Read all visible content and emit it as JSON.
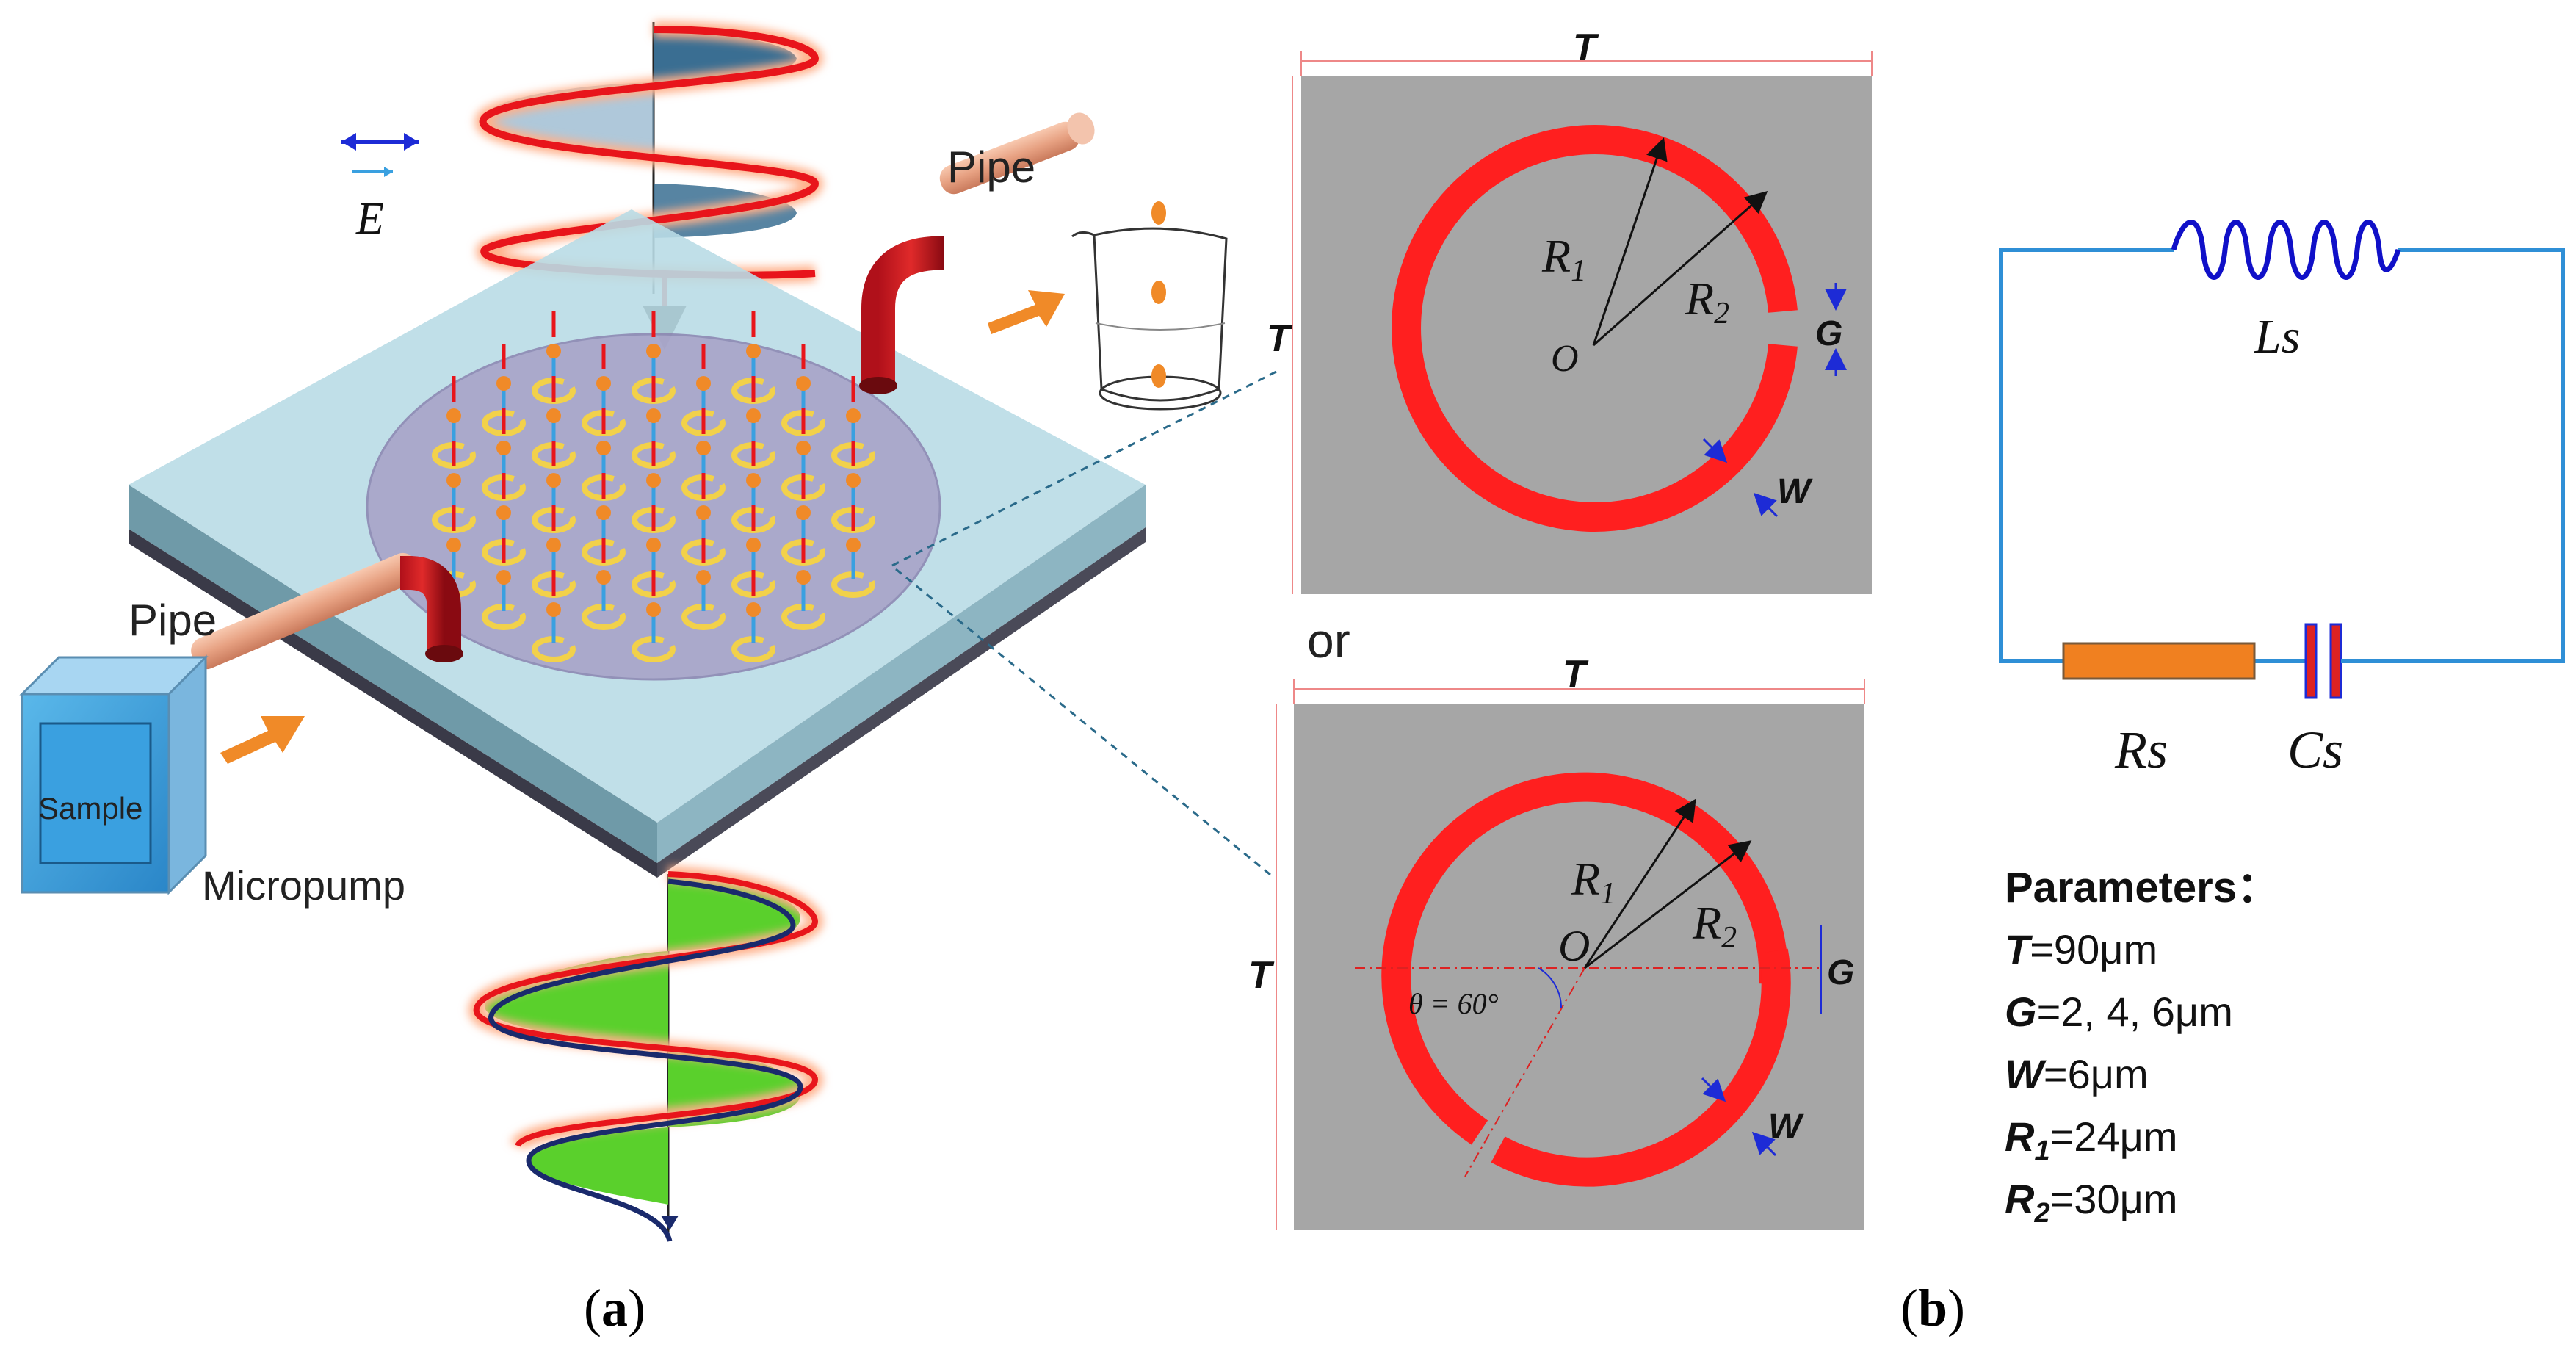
{
  "panel_a": {
    "caption_open": "(",
    "caption_letter": "a",
    "caption_close": ")",
    "pipe_left_label": "Pipe",
    "pipe_right_label": "Pipe",
    "micropump_label": "Micropump",
    "sample_label": "Sample",
    "field_symbol": "E"
  },
  "panel_b": {
    "caption_open": "(",
    "caption_letter": "b",
    "caption_close": ")",
    "or_label": "or",
    "top_cell": {
      "width_label": "T",
      "height_label": "T",
      "r1": "R",
      "r1_sub": "1",
      "r2": "R",
      "r2_sub": "2",
      "center": "O",
      "gap": "G",
      "width": "W"
    },
    "bottom_cell": {
      "width_label": "T",
      "height_label": "T",
      "r1": "R",
      "r1_sub": "1",
      "r2": "R",
      "r2_sub": "2",
      "center": "O",
      "gap": "G",
      "width": "W",
      "angle": "θ = 60°"
    },
    "circuit": {
      "inductor": "Ls",
      "resistor": "Rs",
      "capacitor": "Cs"
    },
    "parameters": {
      "title": "Parameters：",
      "rows": [
        {
          "sym": "T",
          "sub": "",
          "value": "=90μm"
        },
        {
          "sym": "G",
          "sub": "",
          "value": "=2, 4, 6μm"
        },
        {
          "sym": "W",
          "sub": "",
          "value": "=6μm"
        },
        {
          "sym": "R",
          "sub": "1",
          "value": "=24μm"
        },
        {
          "sym": "R",
          "sub": "2",
          "value": "=30μm"
        }
      ]
    }
  },
  "colors": {
    "ring": "#ff1f1f",
    "cell_bg": "#a6a6a6",
    "wire": "#2f8fd6",
    "resistor": "#f08020",
    "inductor": "#1010c8",
    "arrow_orange": "#f08a28",
    "green_wave": "#5ad02c",
    "navy": "#1a2a6c"
  }
}
